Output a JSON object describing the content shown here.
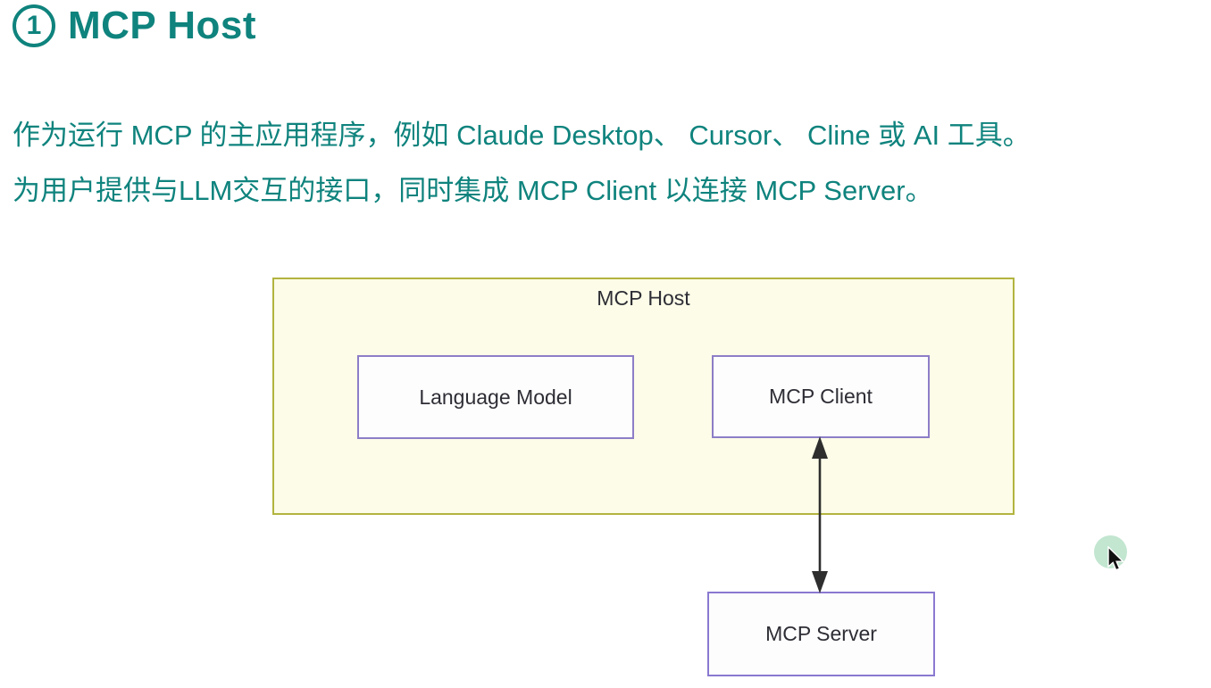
{
  "page": {
    "background_color": "#ffffff",
    "accent_color": "#0f837d"
  },
  "heading": {
    "badge_number": "1",
    "title": "MCP Host",
    "color": "#0f837d"
  },
  "paragraph": {
    "line1": "作为运行 MCP 的主应用程序，例如 Claude Desktop、 Cursor、 Cline 或 AI 工具。",
    "line2": "为用户提供与LLM交互的接口，同时集成 MCP Client 以连接 MCP Server。",
    "color": "#0f837d"
  },
  "diagram": {
    "host_box": {
      "label": "MCP Host",
      "fill": "#fcfce8",
      "border_color": "#b2b43f"
    },
    "nodes": {
      "language_model": {
        "label": "Language Model",
        "fill": "#fdfdfd",
        "border_color": "#8d7ec7"
      },
      "mcp_client": {
        "label": "MCP Client",
        "fill": "#fdfdfd",
        "border_color": "#8d7ec7"
      },
      "mcp_server": {
        "label": "MCP Server",
        "fill": "#fdfdfd",
        "border_color": "#8a79d1"
      }
    },
    "connection": {
      "from": "MCP Client",
      "to": "MCP Server",
      "style": "double-headed-arrow",
      "color": "#2e2e2e"
    },
    "label_color": "#2d2d35"
  },
  "cursor": {
    "highlight_color": "#c2e6d0",
    "pointer_color": "#111111"
  }
}
